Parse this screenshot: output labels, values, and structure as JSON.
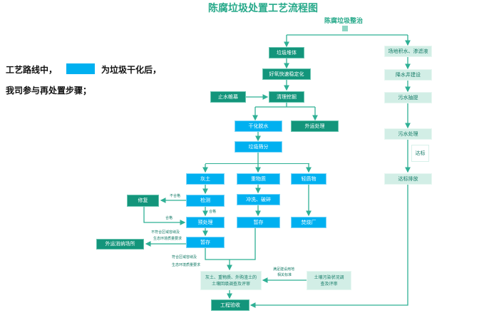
{
  "title": "陈腐垃圾处置工艺流程图",
  "subtitle": "陈腐垃圾整治",
  "legend": {
    "line1_before": "工艺路线中，",
    "line1_after": "为垃圾干化后，",
    "line2": "我司参与再处置步骤；",
    "swatch_color": "#00b0f0"
  },
  "colors": {
    "dark": "#13957b",
    "blue": "#00b0f0",
    "light": "#d2eee6",
    "line": "#2fb095"
  },
  "nodes": {
    "garbage_pile": "垃圾堆体",
    "aerobic": "好氧快速稳定化",
    "cutoff_wall": "止水帷幕",
    "excavation": "清理挖掘",
    "drying": "干化脱水",
    "outbound": "外运处理",
    "screening": "垃圾筛分",
    "soil": "灰土",
    "heavy": "重物质",
    "light": "轻质物",
    "testing": "检测",
    "repair": "修复",
    "wash": "冲洗、破碎",
    "pretreat": "预处理",
    "storage_mid": "暂存",
    "incinerator": "焚烧厂",
    "storage_left": "暂存",
    "disposal_site": "外运消纳场所",
    "backfill": "灰土、重物质、外购渣土的土壤回填调查及评审",
    "soil_survey": "土壤污染状况调查及评审",
    "acceptance": "工程验收",
    "water": "场地积水、渗滤液",
    "dewater_well": "降水井建设",
    "pumping": "污水抽提",
    "sewage": "污水处理",
    "compliant": "达标",
    "discharge": "达标排放"
  },
  "labels": {
    "unqualified": "不合格",
    "qualified_1": "合格",
    "qualified_2": "合格",
    "not_meet_1": "不符合区域容纳及",
    "not_meet_2": "生态环境质量要求",
    "meet_1": "符合区域容纳及",
    "meet_2": "生态环境质量要求",
    "standard_1": "满足建设用地",
    "standard_2": "相关标准"
  }
}
